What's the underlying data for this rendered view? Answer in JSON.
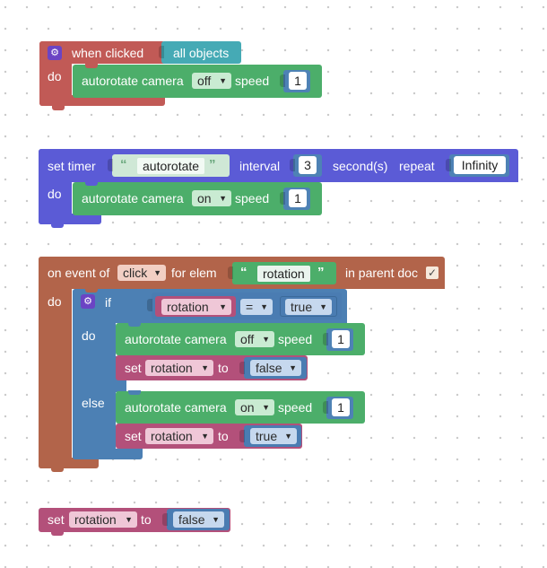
{
  "block1": {
    "when_clicked": "when clicked",
    "target": "all objects",
    "do": "do",
    "action": "autorotate camera",
    "state": "off",
    "speed_label": "speed",
    "speed_value": "1"
  },
  "block2": {
    "set_timer": "set timer",
    "name": "autorotate",
    "interval_label": "interval",
    "interval_value": "3",
    "seconds": "second(s)",
    "repeat_label": "repeat",
    "repeat_value": "Infinity",
    "do": "do",
    "action": "autorotate camera",
    "state": "on",
    "speed_label": "speed",
    "speed_value": "1"
  },
  "block3": {
    "on_event_of": "on event of",
    "event": "click",
    "for_elem": "for elem",
    "elem": "rotation",
    "in_parent_doc": "in parent doc",
    "check": "✓",
    "do": "do",
    "if": "if",
    "cond_var": "rotation",
    "cond_op": "=",
    "cond_val": "true",
    "if_do": "do",
    "action1": "autorotate camera",
    "state1": "off",
    "speed1_label": "speed",
    "speed1_value": "1",
    "set1": "set",
    "set1_var": "rotation",
    "set1_to": "to",
    "set1_val": "false",
    "else": "else",
    "action2": "autorotate camera",
    "state2": "on",
    "speed2_label": "speed",
    "speed2_value": "1",
    "set2": "set",
    "set2_var": "rotation",
    "set2_to": "to",
    "set2_val": "true"
  },
  "block4": {
    "set": "set",
    "var": "rotation",
    "to": "to",
    "val": "false"
  },
  "icons": {
    "gear": "gear-icon",
    "dropdown": "dropdown-arrow-icon",
    "checkbox": "checkbox-icon"
  },
  "colors": {
    "event_block": "#c15a56",
    "timer_block": "#5b5bd6",
    "listener_block": "#b2644a",
    "if_block": "#4c80b4",
    "camera_block": "#4cae6a",
    "variable_block": "#b3507a",
    "logic_block": "#4a7cb2",
    "selector_block": "#45aab5",
    "gear_badge": "#6b44c4"
  }
}
